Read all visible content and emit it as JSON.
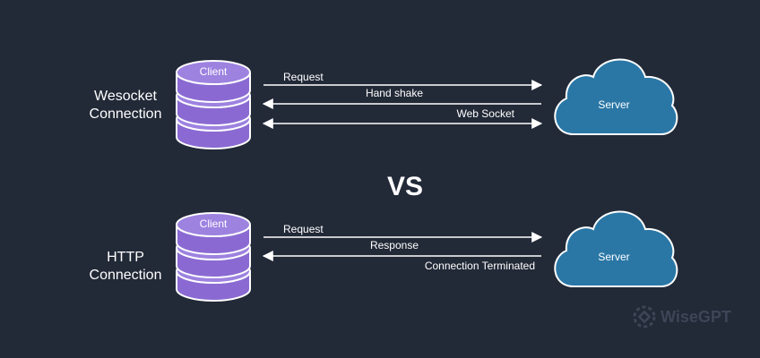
{
  "colors": {
    "background": "#222937",
    "db_fill": "#8a6ad2",
    "db_top": "#9d82e0",
    "db_stroke": "#ffffff",
    "cloud_fill": "#2a77a6",
    "cloud_stroke": "#ffffff",
    "arrow": "#ffffff",
    "text": "#ffffff",
    "watermark": "#3d4657"
  },
  "sections": [
    {
      "title_lines": [
        "Wesocket",
        "Connection"
      ],
      "client_label": "Client",
      "server_label": "Server",
      "messages": [
        {
          "text": "Request",
          "direction": "to-server"
        },
        {
          "text": "Hand shake",
          "direction": "to-client"
        },
        {
          "text": "Web Socket",
          "direction": "both"
        }
      ]
    },
    {
      "title_lines": [
        "HTTP",
        "Connection"
      ],
      "client_label": "Client",
      "server_label": "Server",
      "messages": [
        {
          "text": "Request",
          "direction": "to-server"
        },
        {
          "text": "Response",
          "direction": "to-client"
        },
        {
          "text": "Connection Terminated",
          "direction": "none"
        }
      ]
    }
  ],
  "vs_label": "VS",
  "watermark": {
    "icon": "wisegpt-logo-icon",
    "text": "WiseGPT"
  }
}
